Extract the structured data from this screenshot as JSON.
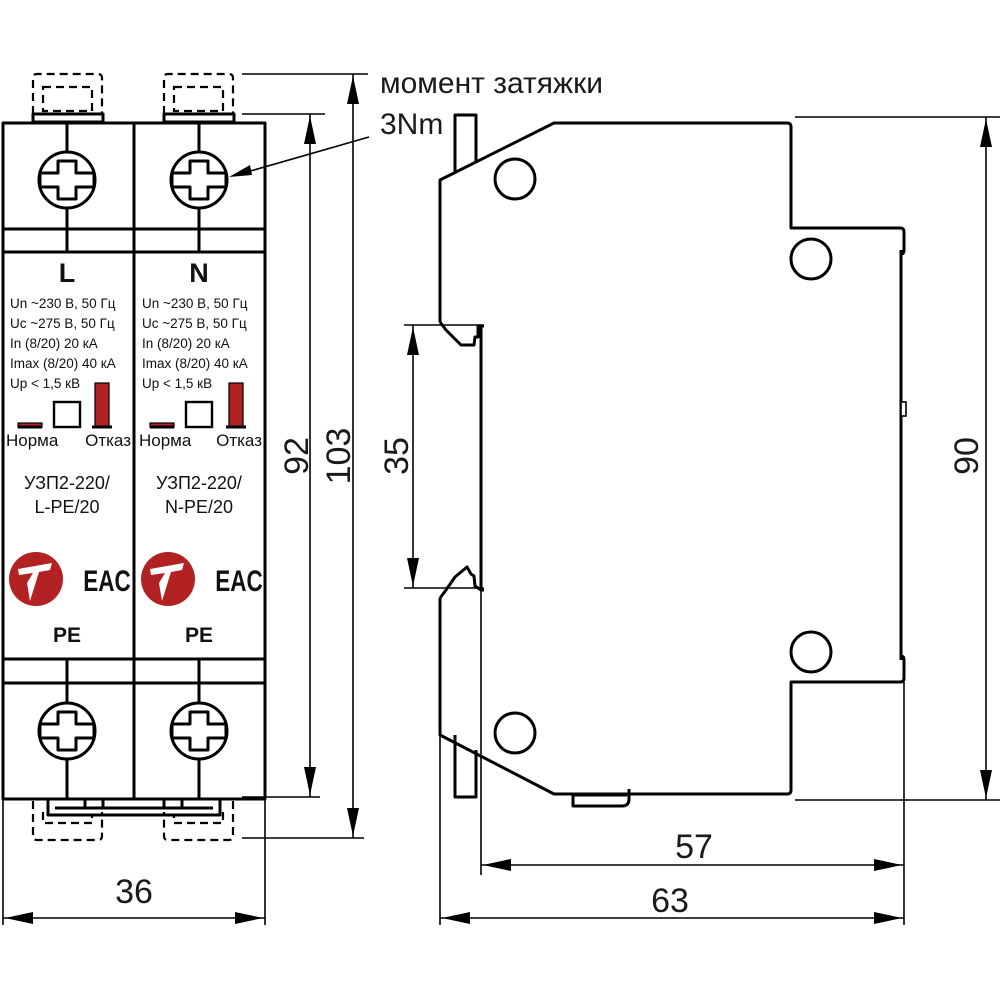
{
  "title": "Габаритные размеры УЗП2-220",
  "annotation": {
    "torque_label": "момент затяжки",
    "torque_value": "3Nm"
  },
  "colors": {
    "accent_red": "#b22222",
    "line": "#000000"
  },
  "front_view": {
    "modules": [
      {
        "pole": "L",
        "specs": [
          "Un ~230 В, 50 Гц",
          "Uc ~275 В, 50 Гц",
          "In (8/20) 20 кА",
          "Imax (8/20) 40 кА",
          "Up  < 1,5 кВ"
        ],
        "indicator_normal": "Норма",
        "indicator_fault": "Отказ",
        "model_line1": "УЗП2-220/",
        "model_line2": "L-PE/20",
        "certification": "EAC",
        "bottom_label": "PE"
      },
      {
        "pole": "N",
        "specs": [
          "Un ~230 В, 50 Гц",
          "Uc ~275 В, 50 Гц",
          "In (8/20) 20 кА",
          "Imax (8/20) 40 кА",
          "Up  < 1,5 кВ"
        ],
        "indicator_normal": "Норма",
        "indicator_fault": "Отказ",
        "model_line1": "УЗП2-220/",
        "model_line2": "N-PE/20",
        "certification": "EAC",
        "bottom_label": "PE"
      }
    ],
    "dimensions": {
      "width": "36",
      "height_body": "92",
      "height_total": "103"
    }
  },
  "side_view": {
    "dimensions": {
      "din_rail": "35",
      "height": "90",
      "depth_body": "57",
      "depth_total": "63"
    }
  }
}
